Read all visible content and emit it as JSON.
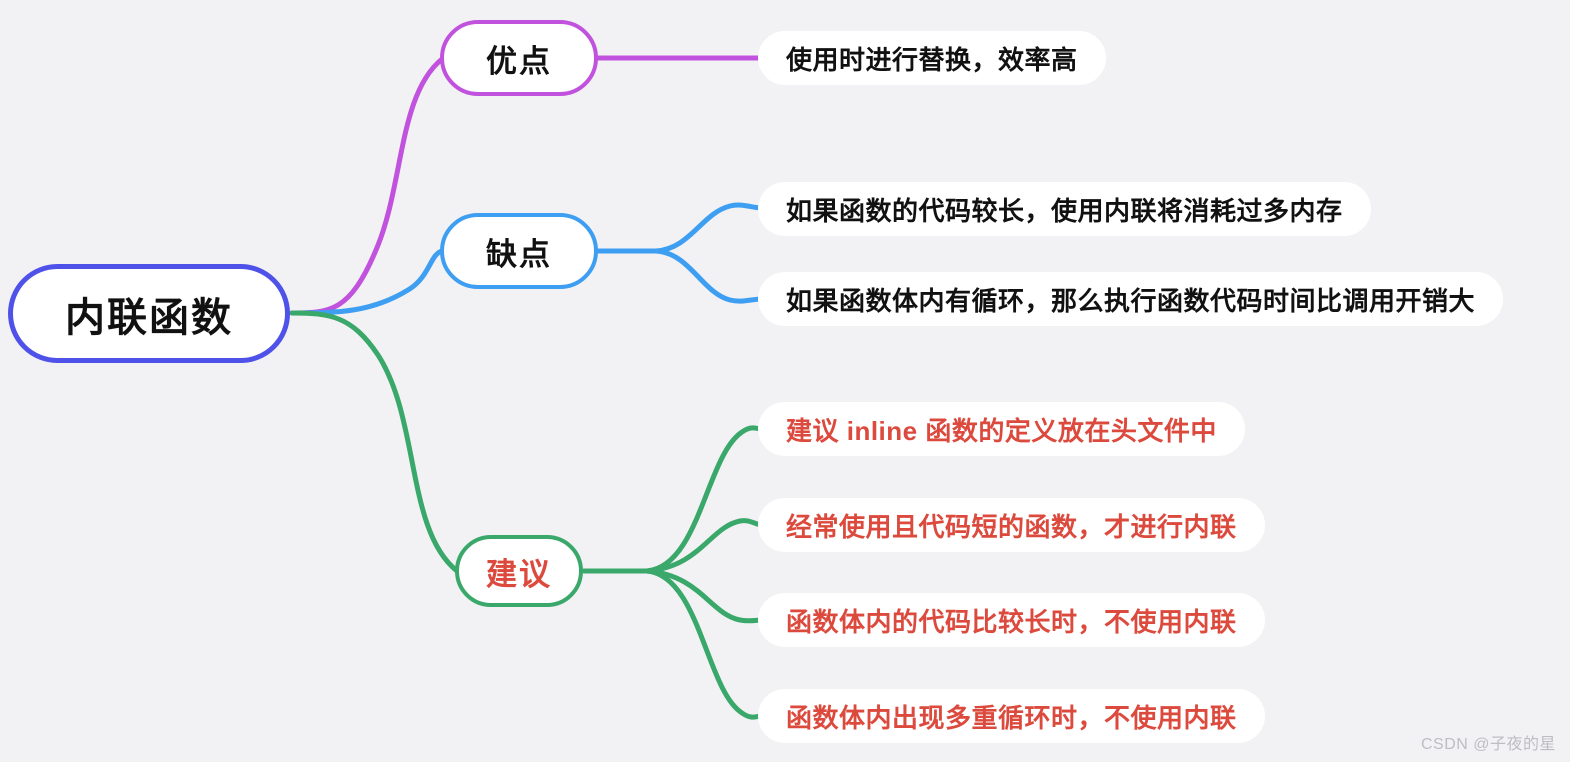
{
  "diagram": {
    "type": "mind-map",
    "background_color": "#f2f2f4",
    "root": {
      "label": "内联函数",
      "border_color": "#4f52e8",
      "text_color": "#111111"
    },
    "branches": [
      {
        "id": "pros",
        "label": "优点",
        "border_color": "#c152dd",
        "text_color": "#111111",
        "connector_color": "#c152dd",
        "children": [
          {
            "label": "使用时进行替换，效率高",
            "text_color": "#111111"
          }
        ]
      },
      {
        "id": "cons",
        "label": "缺点",
        "border_color": "#3d9ef2",
        "text_color": "#111111",
        "connector_color": "#3d9ef2",
        "children": [
          {
            "label": "如果函数的代码较长，使用内联将消耗过多内存",
            "text_color": "#111111"
          },
          {
            "label": "如果函数体内有循环，那么执行函数代码时间比调用开销大",
            "text_color": "#111111"
          }
        ]
      },
      {
        "id": "advice",
        "label": "建议",
        "border_color": "#3aa86a",
        "text_color": "#dc4a3d",
        "connector_color": "#3aa86a",
        "children": [
          {
            "label": "建议 inline 函数的定义放在头文件中",
            "text_color": "#dc4a3d"
          },
          {
            "label": "经常使用且代码短的函数，才进行内联",
            "text_color": "#dc4a3d"
          },
          {
            "label": "函数体内的代码比较长时，不使用内联",
            "text_color": "#dc4a3d"
          },
          {
            "label": "函数体内出现多重循环时，不使用内联",
            "text_color": "#dc4a3d"
          }
        ]
      }
    ]
  },
  "watermark": {
    "text": "CSDN @子夜的星"
  }
}
